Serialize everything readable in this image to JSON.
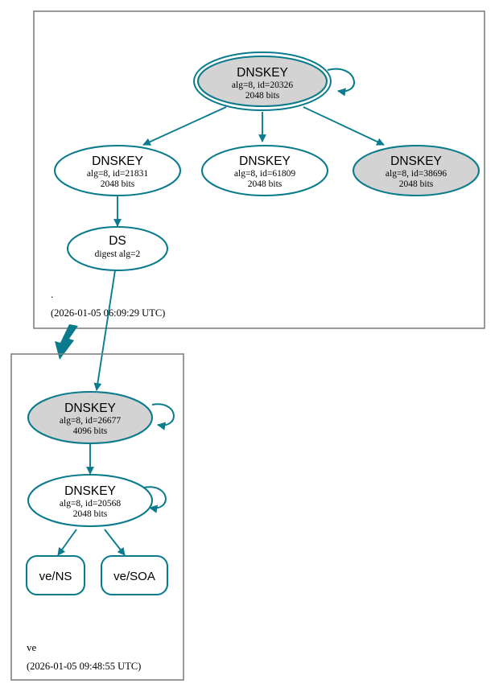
{
  "diagram": {
    "kind": "dnssec-authentication-chain",
    "accent_color": "#0a7b8c",
    "secure_fill": "#d3d3d3",
    "plain_fill": "#ffffff",
    "box_stroke": "#808080"
  },
  "zones": [
    {
      "id": "root",
      "label": ".",
      "timestamp": "(2026-01-05 06:09:29 UTC)"
    },
    {
      "id": "ve",
      "label": "ve",
      "timestamp": "(2026-01-05 09:48:55 UTC)"
    }
  ],
  "nodes": [
    {
      "id": "root-ksk-20326",
      "zone": "root",
      "shape": "double-ellipse",
      "fill": "#d3d3d3",
      "title": "DNSKEY",
      "line2": "alg=8, id=20326",
      "line3": "2048 bits",
      "self_signed": true
    },
    {
      "id": "root-zsk-21831",
      "zone": "root",
      "shape": "ellipse",
      "fill": "#ffffff",
      "title": "DNSKEY",
      "line2": "alg=8, id=21831",
      "line3": "2048 bits",
      "self_signed": false
    },
    {
      "id": "root-zsk-61809",
      "zone": "root",
      "shape": "ellipse",
      "fill": "#ffffff",
      "title": "DNSKEY",
      "line2": "alg=8, id=61809",
      "line3": "2048 bits",
      "self_signed": false
    },
    {
      "id": "root-zsk-38696",
      "zone": "root",
      "shape": "ellipse",
      "fill": "#d3d3d3",
      "title": "DNSKEY",
      "line2": "alg=8, id=38696",
      "line3": "2048 bits",
      "self_signed": false
    },
    {
      "id": "root-ds",
      "zone": "root",
      "shape": "ellipse",
      "fill": "#ffffff",
      "title": "DS",
      "line2": "digest alg=2",
      "line3": "",
      "self_signed": false
    },
    {
      "id": "ve-ksk-26677",
      "zone": "ve",
      "shape": "ellipse",
      "fill": "#d3d3d3",
      "title": "DNSKEY",
      "line2": "alg=8, id=26677",
      "line3": "4096 bits",
      "self_signed": true
    },
    {
      "id": "ve-zsk-20568",
      "zone": "ve",
      "shape": "ellipse",
      "fill": "#ffffff",
      "title": "DNSKEY",
      "line2": "alg=8, id=20568",
      "line3": "2048 bits",
      "self_signed": true
    },
    {
      "id": "ve-ns",
      "zone": "ve",
      "shape": "rounded-rect",
      "fill": "#ffffff",
      "title": "ve/NS",
      "line2": "",
      "line3": "",
      "self_signed": false
    },
    {
      "id": "ve-soa",
      "zone": "ve",
      "shape": "rounded-rect",
      "fill": "#ffffff",
      "title": "ve/SOA",
      "line2": "",
      "line3": "",
      "self_signed": false
    }
  ],
  "edges": [
    {
      "from": "root-ksk-20326",
      "to": "root-zsk-21831",
      "style": "thin"
    },
    {
      "from": "root-ksk-20326",
      "to": "root-zsk-61809",
      "style": "thin"
    },
    {
      "from": "root-ksk-20326",
      "to": "root-zsk-38696",
      "style": "thin"
    },
    {
      "from": "root-zsk-21831",
      "to": "root-ds",
      "style": "thin"
    },
    {
      "from": "root-ds",
      "to": "ve-ksk-26677",
      "style": "thin"
    },
    {
      "from": "root",
      "to": "ve",
      "style": "thick-delegation"
    },
    {
      "from": "ve-ksk-26677",
      "to": "ve-zsk-20568",
      "style": "thin"
    },
    {
      "from": "ve-zsk-20568",
      "to": "ve-ns",
      "style": "thin"
    },
    {
      "from": "ve-zsk-20568",
      "to": "ve-soa",
      "style": "thin"
    }
  ]
}
